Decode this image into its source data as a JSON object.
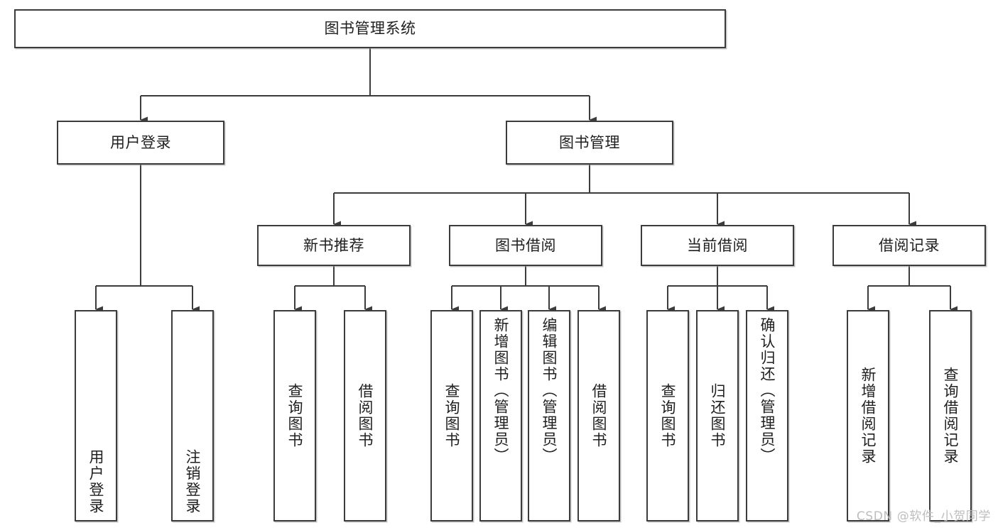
{
  "diagram": {
    "type": "tree",
    "title": "图书管理系统",
    "orientation": "top-down",
    "colors": {
      "box_border": "#3c3c3c",
      "box_fill": "#ffffff",
      "connector": "#3c3c3c",
      "text": "#1f1f1f",
      "watermark": "#bdbdbd"
    },
    "watermark": "CSDN @软件_小贺同学",
    "nodes": {
      "root": {
        "label": "图书管理系统"
      },
      "level2": [
        {
          "label": "用户登录"
        },
        {
          "label": "图书管理"
        }
      ],
      "level3": [
        {
          "label": "新书推荐"
        },
        {
          "label": "图书借阅"
        },
        {
          "label": "当前借阅"
        },
        {
          "label": "借阅记录"
        }
      ],
      "leaves": {
        "user_login": [
          {
            "label": "用户登录"
          },
          {
            "label": "注销登录"
          }
        ],
        "new_book_recommend": [
          {
            "label": "查询图书"
          },
          {
            "label": "借阅图书"
          }
        ],
        "book_borrow": [
          {
            "label": "查询图书"
          },
          {
            "label": "新增图书（管理员）"
          },
          {
            "label": "编辑图书（管理员）"
          },
          {
            "label": "借阅图书"
          }
        ],
        "current_borrow": [
          {
            "label": "查询图书"
          },
          {
            "label": "归还图书"
          },
          {
            "label": "确认归还（管理员）"
          }
        ],
        "borrow_record": [
          {
            "label": "新增借阅记录"
          },
          {
            "label": "查询借阅记录"
          }
        ]
      }
    }
  }
}
